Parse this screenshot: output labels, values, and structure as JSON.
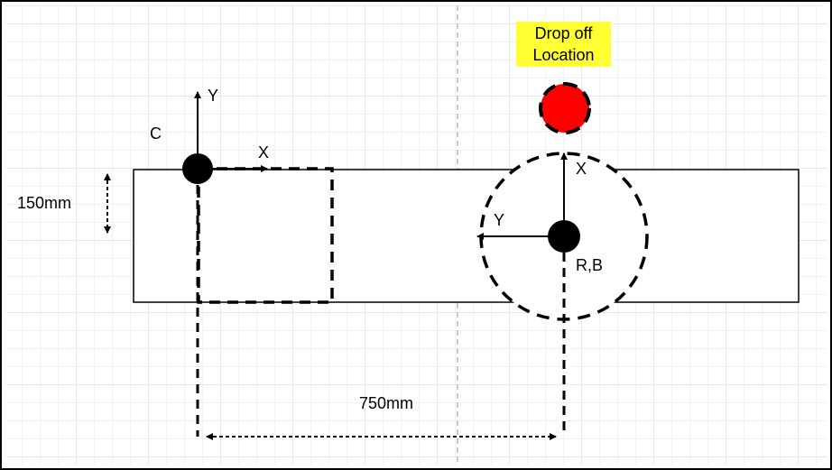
{
  "labels": {
    "drop_off_line1": "Drop off",
    "drop_off_line2": "Location",
    "point_c": "C",
    "point_rb": "R,B",
    "axis_x_left": "X",
    "axis_y_left": "Y",
    "axis_x_right": "X",
    "axis_y_right": "Y",
    "dim_height": "150mm",
    "dim_width": "750mm"
  },
  "colors": {
    "grid": "#dddddd",
    "outline": "#000000",
    "dropoff_fill": "#ff0000",
    "tag_fill": "#ffff33",
    "center_line": "#b8b8b8"
  }
}
